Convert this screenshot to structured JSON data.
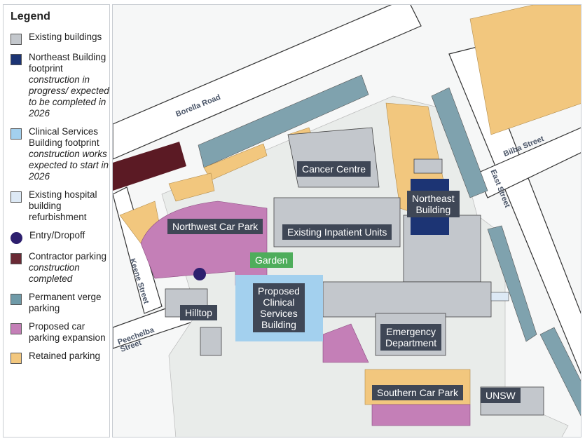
{
  "legend": {
    "title": "Legend",
    "items": [
      {
        "label": "Existing buildings",
        "note": "",
        "color": "#c3c7cc",
        "shape": "square"
      },
      {
        "label": "Northeast Building footprint",
        "note": "construction in progress/ expected to be completed in 2026",
        "color": "#1c3474",
        "shape": "square"
      },
      {
        "label": "Clinical Services Building footprint",
        "note": "construction works expected to start in 2026",
        "color": "#a3d0ee",
        "shape": "square"
      },
      {
        "label": "Existing hospital building refurbishment",
        "note": "",
        "color": "#dde9f5",
        "shape": "square"
      },
      {
        "label": "Entry/Dropoff",
        "note": "",
        "color": "#2d1f6e",
        "shape": "circle"
      },
      {
        "label": "Contractor parking",
        "note": "construction completed",
        "color": "#6a2a35",
        "shape": "square"
      },
      {
        "label": "Permanent verge parking",
        "note": "",
        "color": "#6f9aa8",
        "shape": "square"
      },
      {
        "label": "Proposed car parking expansion",
        "note": "",
        "color": "#c47fb7",
        "shape": "square"
      },
      {
        "label": "Retained parking",
        "note": "",
        "color": "#f2c77e",
        "shape": "square"
      }
    ]
  },
  "streets": {
    "borella": "Borella Road",
    "bilba": "Bilba Street",
    "east": "East Street",
    "keene": "Keene Street",
    "peechelba": "Peechelba Street"
  },
  "labels": {
    "cancer_centre": "Cancer Centre",
    "northeast_building": "Northeast\nBuilding",
    "northwest_car_park": "Northwest Car Park",
    "inpatient_units": "Existing Inpatient Units",
    "garden": "Garden",
    "clinical_services": "Proposed\nClinical\nServices\nBuilding",
    "hilltop": "Hilltop",
    "emergency": "Emergency\nDepartment",
    "southern_car_park": "Southern Car Park",
    "unsw": "UNSW"
  }
}
